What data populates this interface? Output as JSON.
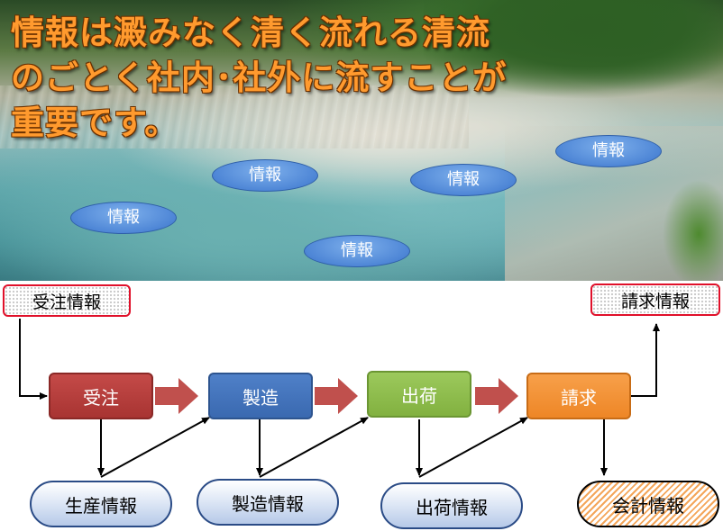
{
  "headline": {
    "line1": "情報は澱みなく清く流れる清流",
    "line2": "のごとく社内･社外に流すことが",
    "line3": "重要です。"
  },
  "bubbles": [
    "情報",
    "情報",
    "情報",
    "情報",
    "情報"
  ],
  "inputs": {
    "order_info": "受注情報",
    "billing_info": "請求情報"
  },
  "processes": [
    "受注",
    "製造",
    "出荷",
    "請求"
  ],
  "outputs": [
    "生産情報",
    "製造情報",
    "出荷情報",
    "会計情報"
  ],
  "colors": {
    "headline": "#ff9a2e",
    "bubble": "#4e86d6",
    "tag_border": "#e0102a",
    "proc_order": "#b53e3c",
    "proc_manufacture": "#4373bc",
    "proc_ship": "#8fbd4e",
    "proc_bill": "#f29336",
    "flow_arrow": "#c0504d",
    "pill_border": "#2a4b86"
  }
}
